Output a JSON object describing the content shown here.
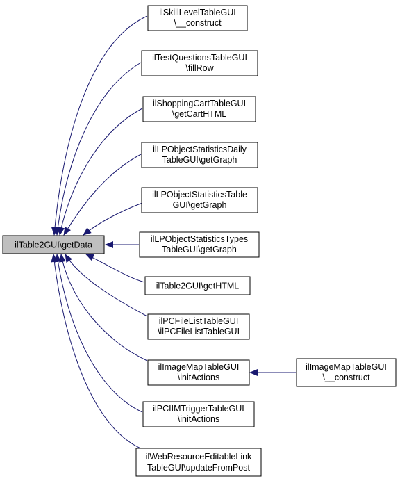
{
  "colors": {
    "edge": "#191970",
    "border": "#000000",
    "node_fill": "#ffffff",
    "root_fill": "#bfbfbf"
  },
  "root": {
    "id": "getdata",
    "lines": [
      "ilTable2GUI\\getData"
    ]
  },
  "callers": [
    {
      "id": "skill",
      "lines": [
        "ilSkillLevelTableGUI",
        "\\__construct"
      ]
    },
    {
      "id": "testq",
      "lines": [
        "ilTestQuestionsTableGUI",
        "\\fillRow"
      ]
    },
    {
      "id": "cart",
      "lines": [
        "ilShoppingCartTableGUI",
        "\\getCartHTML"
      ]
    },
    {
      "id": "daily",
      "lines": [
        "ilLPObjectStatisticsDaily",
        "TableGUI\\getGraph"
      ]
    },
    {
      "id": "lptable",
      "lines": [
        "ilLPObjectStatisticsTable",
        "GUI\\getGraph"
      ]
    },
    {
      "id": "types",
      "lines": [
        "ilLPObjectStatisticsTypes",
        "TableGUI\\getGraph"
      ]
    },
    {
      "id": "gethtml",
      "lines": [
        "ilTable2GUI\\getHTML"
      ]
    },
    {
      "id": "pcfile",
      "lines": [
        "ilPCFileListTableGUI",
        "\\ilPCFileListTableGUI"
      ]
    },
    {
      "id": "imagemap",
      "lines": [
        "ilImageMapTableGUI",
        "\\initActions"
      ]
    },
    {
      "id": "pciim",
      "lines": [
        "ilPCIIMTriggerTableGUI",
        "\\initActions"
      ]
    },
    {
      "id": "webres",
      "lines": [
        "ilWebResourceEditableLink",
        "TableGUI\\updateFromPost"
      ]
    }
  ],
  "secondary": [
    {
      "id": "imagemap_construct",
      "lines": [
        "ilImageMapTableGUI",
        "\\__construct"
      ]
    }
  ]
}
